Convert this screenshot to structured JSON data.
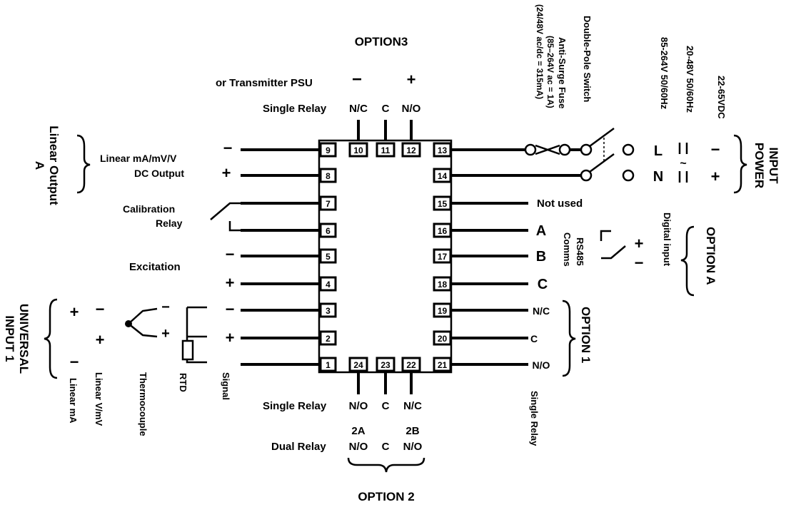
{
  "terminals": {
    "t1": "1",
    "t2": "2",
    "t3": "3",
    "t4": "4",
    "t5": "5",
    "t6": "6",
    "t7": "7",
    "t8": "8",
    "t9": "9",
    "t10": "10",
    "t11": "11",
    "t12": "12",
    "t13": "13",
    "t14": "14",
    "t15": "15",
    "t16": "16",
    "t17": "17",
    "t18": "18",
    "t19": "19",
    "t20": "20",
    "t21": "21",
    "t22": "22",
    "t23": "23",
    "t24": "24"
  },
  "option3": {
    "title": "OPTION3",
    "psu_label": "or Transmitter PSU",
    "minus": "−",
    "plus": "+",
    "single_relay": "Single Relay",
    "nc": "N/C",
    "c": "C",
    "no": "N/O"
  },
  "linear_output": {
    "group": "Linear Output",
    "group_letter": "A",
    "label1": "Linear mA/mV/V",
    "label2": "DC Output",
    "minus": "−",
    "plus": "+"
  },
  "calibration": {
    "label1": "Calibration",
    "label2": "Relay"
  },
  "excitation": {
    "label": "Excitation",
    "minus": "−",
    "plus": "+"
  },
  "universal_input": {
    "group": "UNIVERSAL",
    "group2": "INPUT 1",
    "signal_minus": "−",
    "signal_plus": "+",
    "signal": "Signal",
    "rtd": "RTD",
    "thermocouple": "Thermocouple",
    "tc_minus": "−",
    "tc_plus": "+",
    "linear_vmv": "Linear V/mV",
    "vmv_minus": "−",
    "vmv_plus": "+",
    "linear_ma": "Linear mA",
    "ma_plus": "+",
    "ma_minus": "−"
  },
  "option2": {
    "title": "OPTION 2",
    "single_relay": "Single Relay",
    "no": "N/O",
    "c": "C",
    "nc": "N/C",
    "dual_relay": "Dual Relay",
    "a2": "2A",
    "a2_no": "N/O",
    "dc": "C",
    "b2": "2B",
    "b2_no": "N/O"
  },
  "power": {
    "title1": "POWER",
    "title2": "INPUT",
    "v1": "22-65VDC",
    "v2": "20-48V 50/60Hz",
    "v3": "85-264V 50/60Hz",
    "double_pole": "Double-Pole Switch",
    "fuse1": "Anti-Surge Fuse",
    "fuse2": "(85–264V ac = 1A)",
    "fuse3": "(24/48V ac/dc = 315mA)",
    "L": "L",
    "N": "N",
    "dc_minus": "−",
    "dc_plus": "+",
    "ac_tilde": "~"
  },
  "right_side": {
    "not_used": "Not used",
    "A": "A",
    "B": "B",
    "C": "C",
    "rs485_1": "RS485",
    "rs485_2": "Comms",
    "digital_input": "Digital input",
    "di_plus": "+",
    "di_minus": "−",
    "option_a": "OPTION A"
  },
  "option1": {
    "title": "OPTION 1",
    "nc": "N/C",
    "c": "C",
    "no": "N/O",
    "single_relay": "Single Relay"
  }
}
